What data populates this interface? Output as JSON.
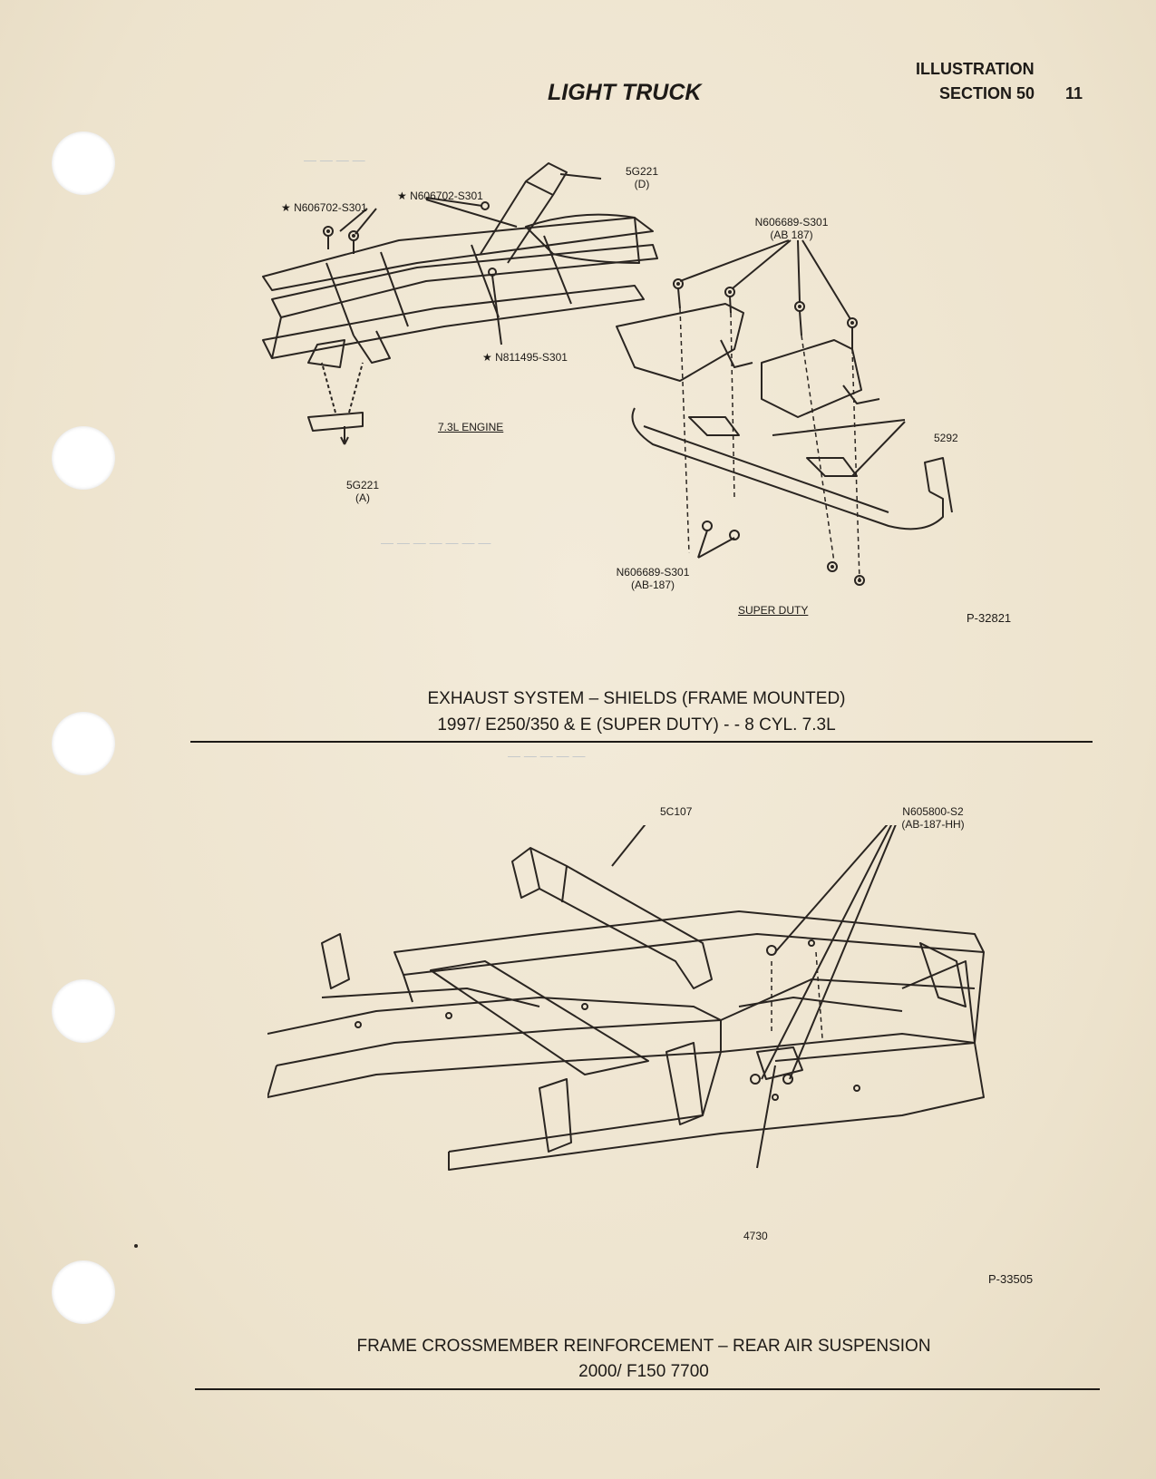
{
  "header": {
    "title": "LIGHT TRUCK",
    "illustration": "ILLUSTRATION",
    "section": "SECTION 50",
    "page_number": "11"
  },
  "fig1": {
    "labels": [
      "5G221",
      "(D)",
      "★ N606702-S301",
      "★ N606702-S301",
      "N606689-S301",
      "(AB 187)",
      "★ N811495-S301",
      "7.3L ENGINE",
      "5292",
      "5G221",
      "(A)",
      "N606689-S301",
      "(AB-187)",
      "SUPER DUTY"
    ],
    "code": "P-32821",
    "caption_line1": "EXHAUST SYSTEM – SHIELDS (FRAME MOUNTED)",
    "caption_line2": "1997/ E250/350 & E (SUPER DUTY) - - 8 CYL. 7.3L"
  },
  "fig2": {
    "labels": [
      "5C107",
      "N605800-S2",
      "(AB-187-HH)",
      "4730"
    ],
    "code": "P-33505",
    "caption_line1": "FRAME CROSSMEMBER REINFORCEMENT – REAR AIR SUSPENSION",
    "caption_line2": "2000/ F150 7700"
  }
}
